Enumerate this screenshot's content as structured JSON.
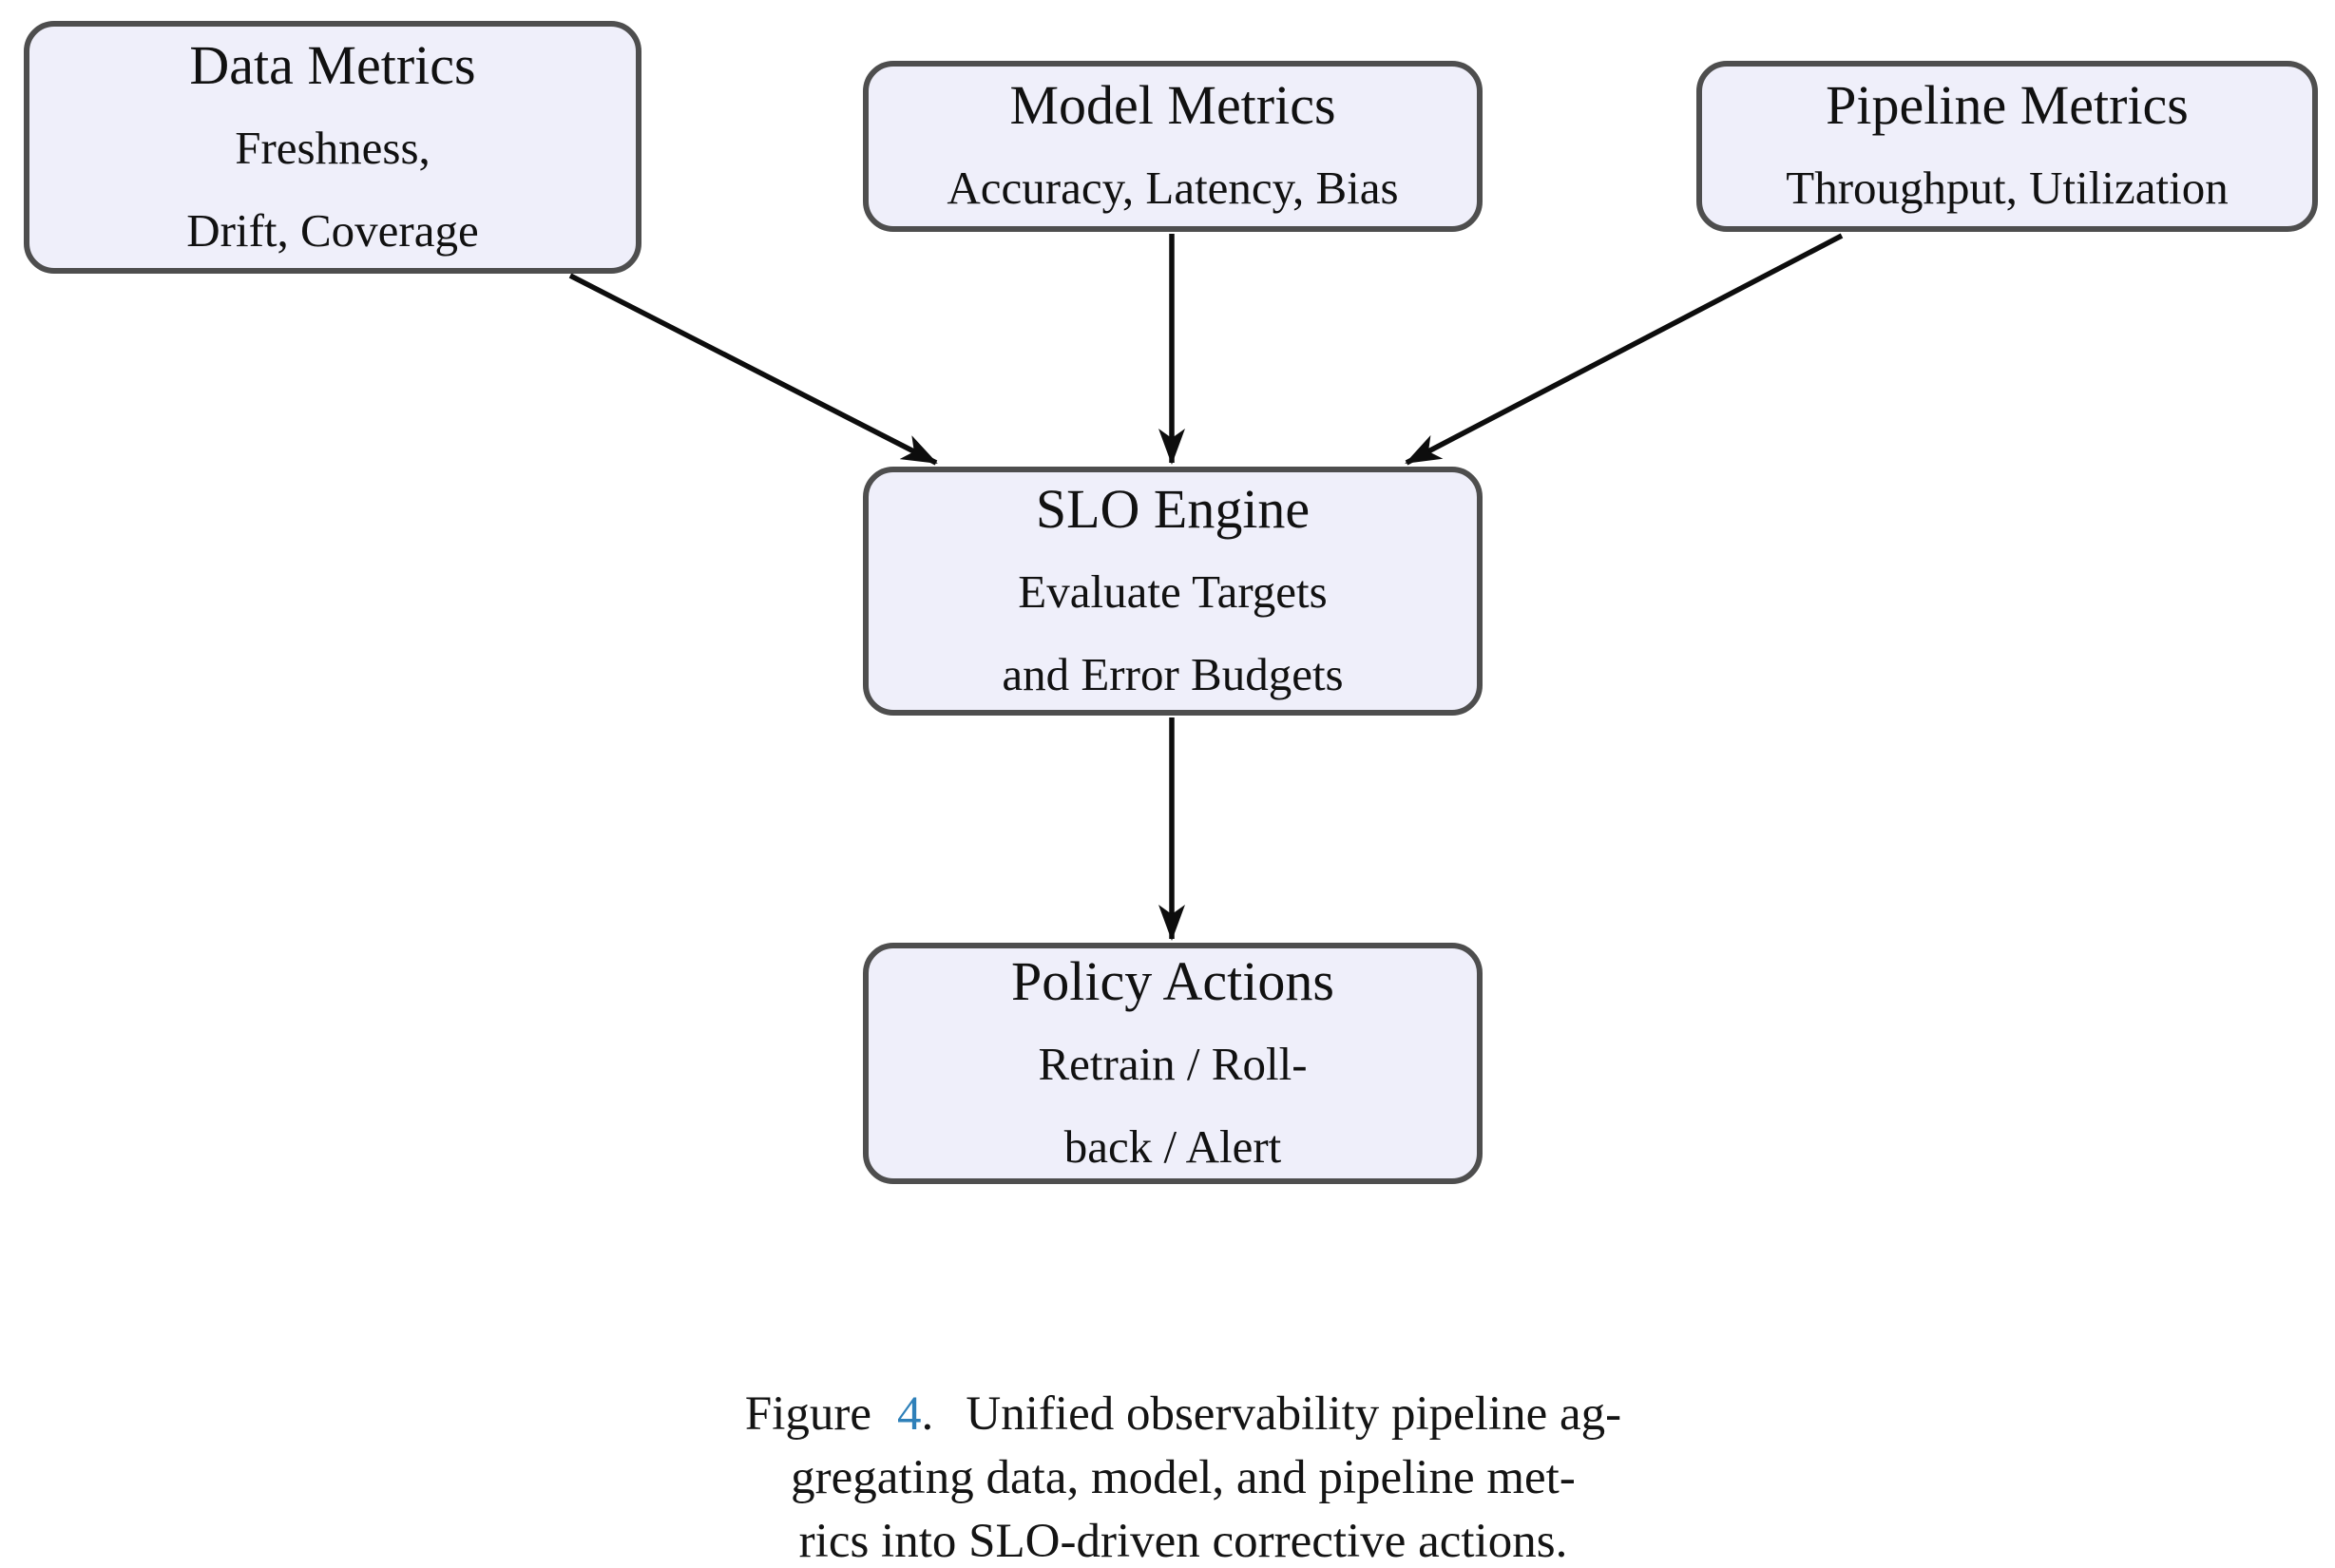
{
  "figure": {
    "nodes": [
      {
        "id": "data-metrics",
        "title": "Data Metrics",
        "lines": [
          "Freshness,",
          "Drift, Coverage"
        ]
      },
      {
        "id": "model-metrics",
        "title": "Model Metrics",
        "lines": [
          "Accuracy, Latency, Bias"
        ]
      },
      {
        "id": "pipeline-metrics",
        "title": "Pipeline Metrics",
        "lines": [
          "Throughput, Utilization"
        ]
      },
      {
        "id": "slo-engine",
        "title": "SLO Engine",
        "lines": [
          "Evaluate Targets",
          "and Error Budgets"
        ]
      },
      {
        "id": "policy-actions",
        "title": "Policy Actions",
        "lines": [
          "Retrain / Roll-",
          "back / Alert"
        ]
      }
    ],
    "edges": [
      {
        "from": "data-metrics",
        "to": "slo-engine"
      },
      {
        "from": "model-metrics",
        "to": "slo-engine"
      },
      {
        "from": "pipeline-metrics",
        "to": "slo-engine"
      },
      {
        "from": "slo-engine",
        "to": "policy-actions"
      }
    ],
    "colors": {
      "node_fill": "#EFEFFA",
      "node_border": "#4E4E4E",
      "arrow": "#0D0D0D",
      "figure_number": "#2E80B9"
    }
  },
  "caption": {
    "label": "Figure",
    "number": "4",
    "after_number": ".",
    "line1_rest": "Unified observability pipeline ag-",
    "line2": "gregating data, model, and pipeline met-",
    "line3": "rics into SLO-driven corrective actions."
  }
}
